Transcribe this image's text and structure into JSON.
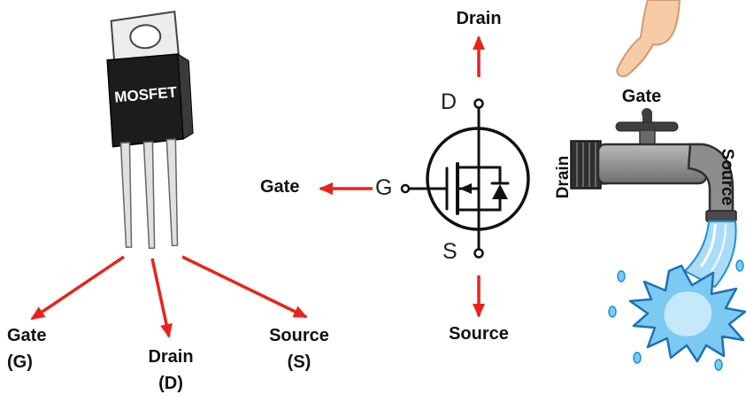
{
  "package": {
    "chip_label": "MOSFET",
    "pin_labels": [
      {
        "name": "Gate",
        "abbr": "(G)"
      },
      {
        "name": "Drain",
        "abbr": "(D)"
      },
      {
        "name": "Source",
        "abbr": "(S)"
      }
    ]
  },
  "symbol": {
    "drain_arrow_label": "Drain",
    "gate_arrow_label": "Gate",
    "source_arrow_label": "Source",
    "drain_terminal": "D",
    "gate_terminal": "G",
    "source_terminal": "S"
  },
  "faucet": {
    "gate_label": "Gate",
    "drain_label": "Drain",
    "source_label": "Source"
  },
  "colors": {
    "arrow_red": "#e8241a",
    "water_blue": "#7ccaf2",
    "body_black": "#1c1c1c"
  }
}
